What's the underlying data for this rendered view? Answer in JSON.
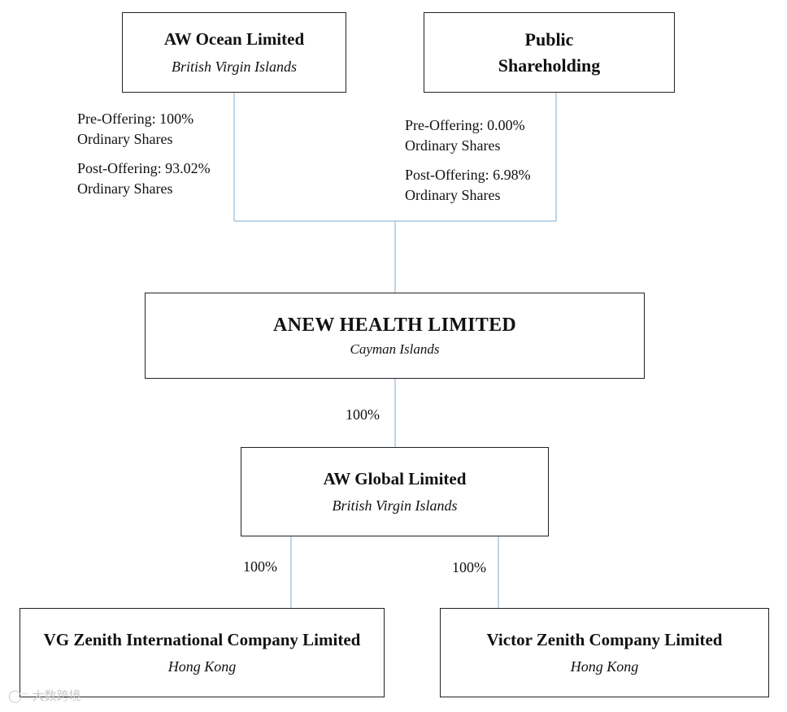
{
  "entities": {
    "aw_ocean": {
      "name": "AW Ocean Limited",
      "place": "British Virgin Islands"
    },
    "public": {
      "name_line1": "Public",
      "name_line2": "Shareholding"
    },
    "anew_health": {
      "name": "ANEW HEALTH LIMITED",
      "place": "Cayman Islands"
    },
    "aw_global": {
      "name": "AW Global Limited",
      "place": "British Virgin Islands"
    },
    "vg_zenith": {
      "name": "VG Zenith International Company Limited",
      "place": "Hong Kong"
    },
    "victor_zenith": {
      "name": "Victor Zenith Company Limited",
      "place": "Hong Kong"
    }
  },
  "ownership": {
    "aw_ocean": {
      "pre_line1": "Pre-Offering: 100%",
      "pre_line2": "Ordinary Shares",
      "post_line1": "Post-Offering: 93.02%",
      "post_line2": "Ordinary Shares"
    },
    "public": {
      "pre_line1": "Pre-Offering: 0.00%",
      "pre_line2": "Ordinary Shares",
      "post_line1": "Post-Offering: 6.98%",
      "post_line2": "Ordinary Shares"
    },
    "anew_to_global": "100%",
    "global_to_vg": "100%",
    "global_to_victor": "100%"
  },
  "watermark": "大数跨境",
  "colors": {
    "connector": "#a9c7e0",
    "border": "#222222"
  }
}
